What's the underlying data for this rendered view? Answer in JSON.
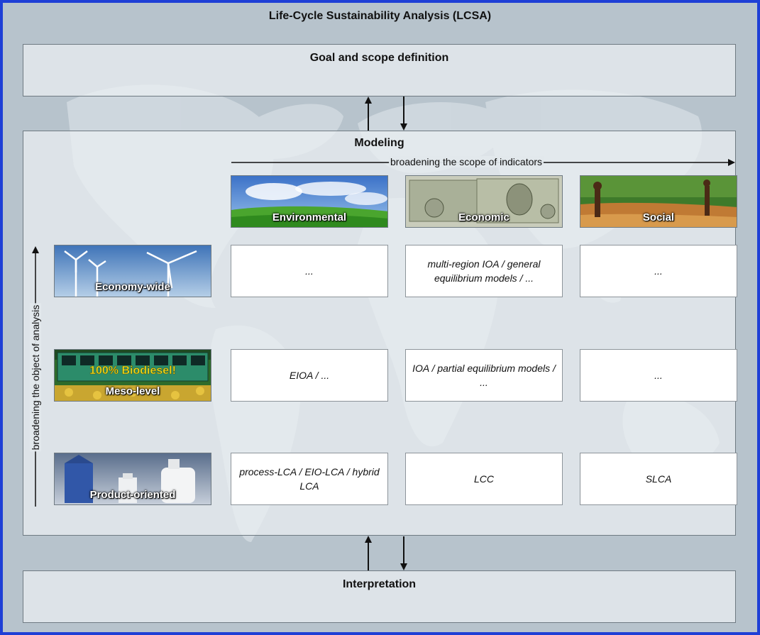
{
  "main_title": "Life-Cycle Sustainability Analysis (LCSA)",
  "goal": {
    "label": "Goal and scope definition"
  },
  "modeling": {
    "label": "Modeling"
  },
  "interpretation": {
    "label": "Interpretation"
  },
  "indicator_axis": {
    "label": "broadening the scope of indicators"
  },
  "object_axis": {
    "label": "broadening the object of analysis"
  },
  "columns": [
    {
      "label": "Environmental",
      "icon": "sky-grass-image"
    },
    {
      "label": "Economic",
      "icon": "dollar-bills-image"
    },
    {
      "label": "Social",
      "icon": "people-river-image"
    }
  ],
  "rows": [
    {
      "label": "Economy-wide",
      "icon": "wind-turbines-image",
      "banner_text": ""
    },
    {
      "label": "Meso-level",
      "icon": "biodiesel-bus-image",
      "banner_text": "100% Biodiesel!"
    },
    {
      "label": "Product-oriented",
      "icon": "product-packages-image",
      "banner_text": ""
    }
  ],
  "cells": [
    [
      "...",
      "multi-region IOA / general equilibrium models / ...",
      "..."
    ],
    [
      "EIOA / ...",
      "IOA / partial equilibrium models / ...",
      "..."
    ],
    [
      "process-LCA / EIO-LCA / hybrid LCA",
      "LCC",
      "SLCA"
    ]
  ],
  "colors": {
    "frame_border": "#1f3fd6",
    "background": "#b7c3cc",
    "panel": "#ecf0f3"
  }
}
